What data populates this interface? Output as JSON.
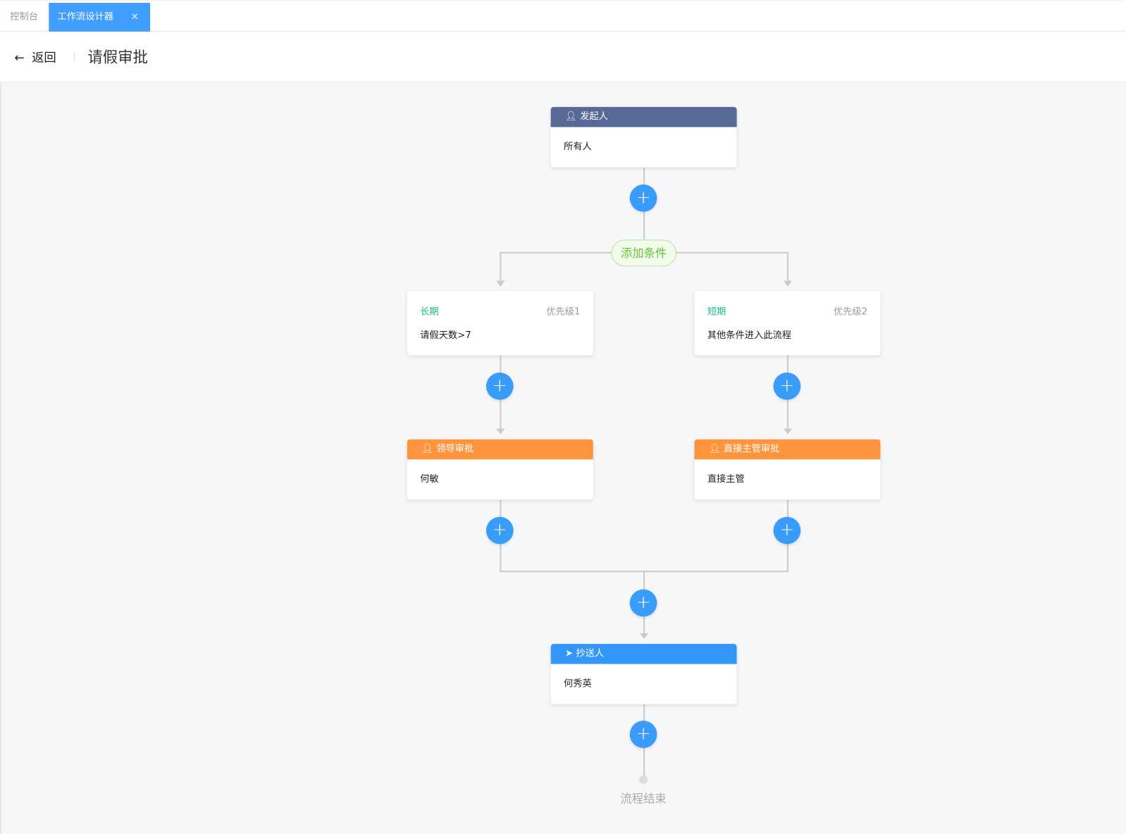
{
  "tabs": [
    {
      "label": "控制台",
      "active": false
    },
    {
      "label": "工作流设计器",
      "active": true,
      "close": "×"
    }
  ],
  "header": {
    "back_label": "返回",
    "back_icon": "arrow-left-icon",
    "title": "请假审批"
  },
  "colors": {
    "accent": "#409eff",
    "start": "#576a95",
    "approver": "#ff943e",
    "cc": "#3296fa",
    "condition_name": "#15bc83",
    "add_condition": "#67c23a"
  },
  "flow": {
    "start": {
      "title": "发起人",
      "content": "所有人",
      "icon": "user-icon"
    },
    "add_condition": "添加条件",
    "branches": [
      {
        "name": "长期",
        "priority": "优先级1",
        "condition": "请假天数>7",
        "approver": {
          "title": "领导审批",
          "content": "何敏",
          "icon": "user-icon"
        }
      },
      {
        "name": "短期",
        "priority": "优先级2",
        "condition": "其他条件进入此流程",
        "approver": {
          "title": "直接主管审批",
          "content": "直接主管",
          "icon": "user-icon"
        }
      }
    ],
    "cc": {
      "title": "抄送人",
      "content": "何秀英",
      "icon": "paper-plane-icon"
    },
    "add_symbol": "+",
    "end": "流程结束"
  }
}
